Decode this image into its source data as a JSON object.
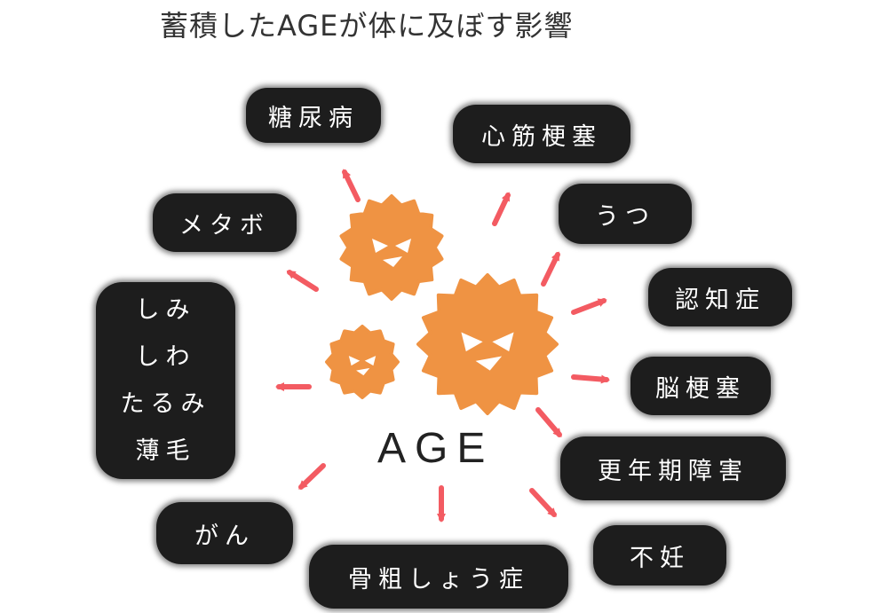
{
  "title": "蓄積したAGEが体に及ぼす影響",
  "center": "AGE",
  "effects": {
    "diabetes": "糖尿病",
    "mi": "心筋梗塞",
    "metabo": "メタボ",
    "depression": "うつ",
    "dementia": "認知症",
    "skin": [
      "しみ",
      "しわ",
      "たるみ",
      "薄毛"
    ],
    "stroke": "脳梗塞",
    "menopause": "更年期障害",
    "cancer": "がん",
    "osteoporosis": "骨粗しょう症",
    "infertility": "不妊"
  },
  "colors": {
    "arrow": "#f35b62",
    "age_blob": "#ef9343",
    "bubble": "#1d1d1d"
  }
}
